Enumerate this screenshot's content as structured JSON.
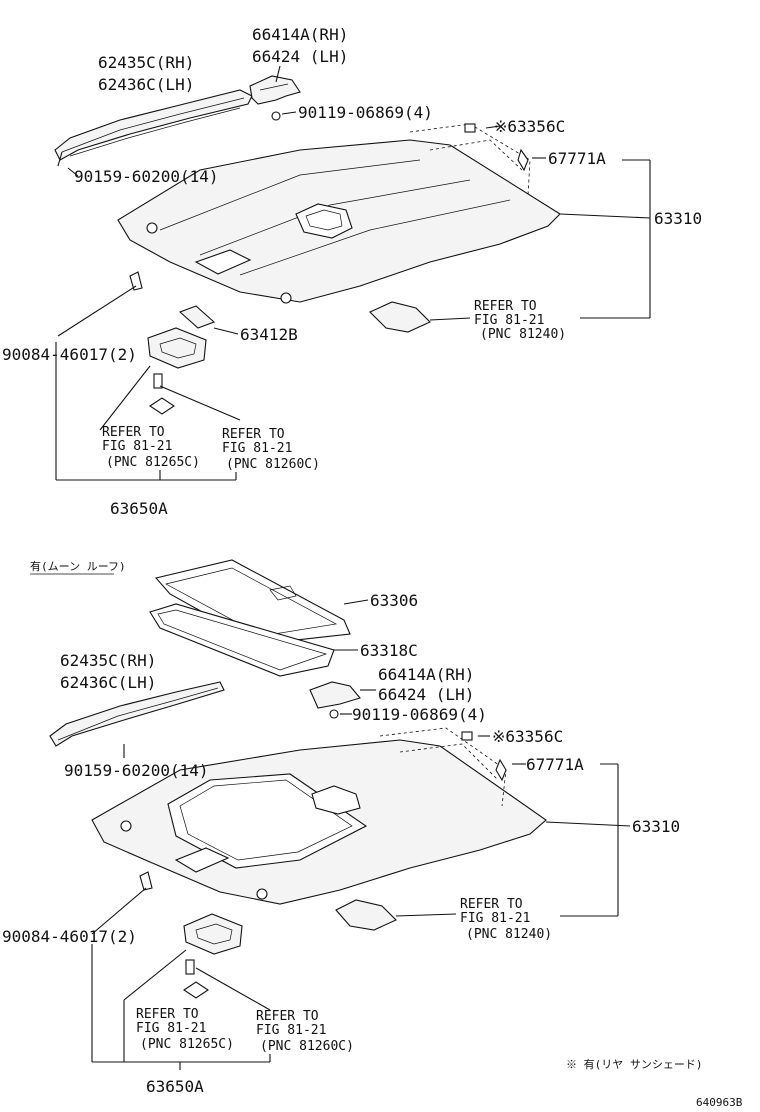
{
  "upper": {
    "p66414a": "66414A(RH)",
    "p66424": "66424  (LH)",
    "p62435c": "62435C(RH)",
    "p62436c": "62436C(LH)",
    "p90119": "90119-06869(4)",
    "p63356c": "※63356C",
    "p67771a": "67771A",
    "p90159": "90159-60200(14)",
    "p63310": "63310",
    "ref_right": [
      "REFER TO",
      "FIG 81-21",
      "(PNC 81240)"
    ],
    "p90084": "90084-46017(2)",
    "p63412b": "63412B",
    "ref_left": [
      "REFER TO",
      "FIG 81-21",
      "(PNC 81265C)"
    ],
    "ref_mid": [
      "REFER TO",
      "FIG 81-21",
      "(PNC 81260C)"
    ],
    "p63650a": "63650A"
  },
  "lower": {
    "moonroof_note": "有(ムーン ルーフ)",
    "p63306": "63306",
    "p63318c": "63318C",
    "p62435c": "62435C(RH)",
    "p62436c": "62436C(LH)",
    "p66414a": "66414A(RH)",
    "p66424": "66424  (LH)",
    "p90119": "90119-06869(4)",
    "p63356c": "※63356C",
    "p90159": "90159-60200(14)",
    "p67771a": "67771A",
    "p63310": "63310",
    "ref_right": [
      "REFER TO",
      "FIG 81-21",
      "(PNC 81240)"
    ],
    "p90084": "90084-46017(2)",
    "ref_left": [
      "REFER TO",
      "FIG 81-21",
      "(PNC 81265C)"
    ],
    "ref_mid": [
      "REFER TO",
      "FIG 81-21",
      "(PNC 81260C)"
    ],
    "p63650a": "63650A"
  },
  "footer": {
    "legend": "※ 有(リヤ サンシェード)",
    "code": "640963B"
  }
}
